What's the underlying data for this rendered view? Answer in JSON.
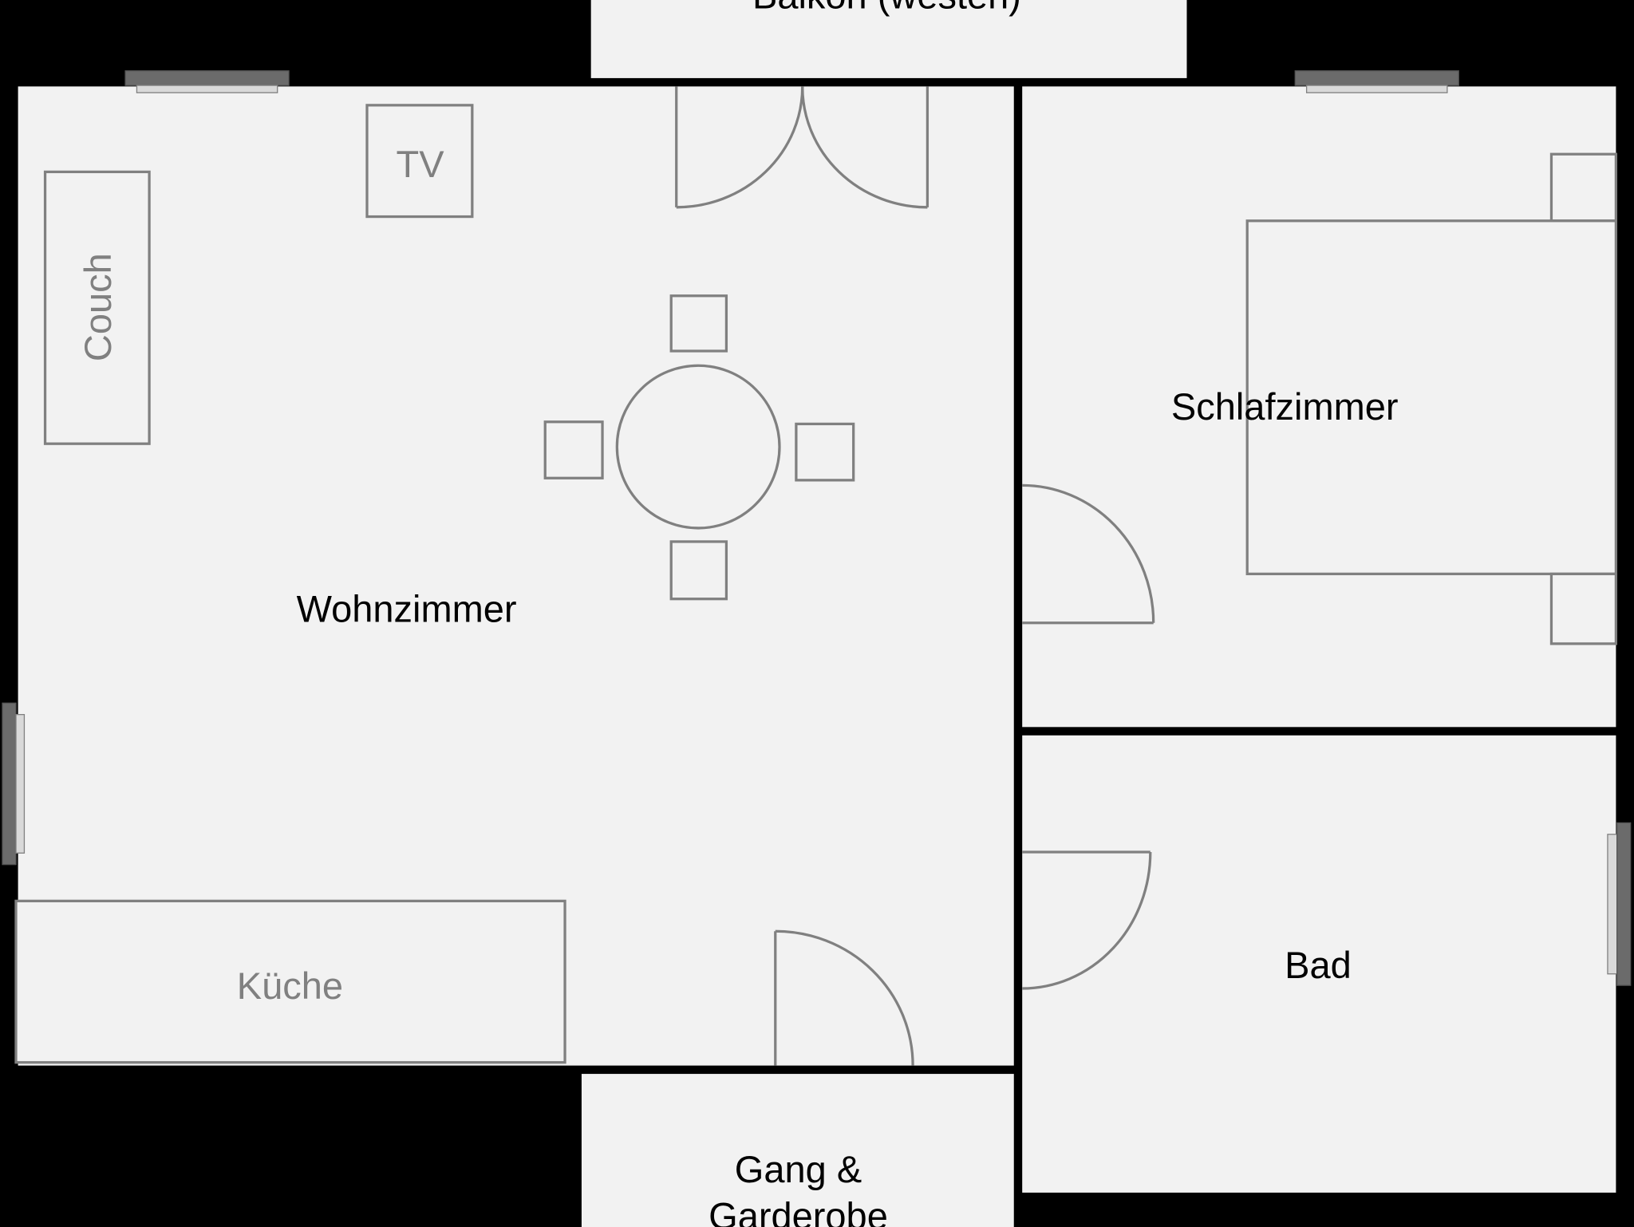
{
  "title": "Wohnungsgrundriss",
  "rooms": {
    "balkon": "Balkon (westen)",
    "wohnzimmer": "Wohnzimmer",
    "schlafzimmer": "Schlafzimmer",
    "bad": "Bad",
    "gang_line1": "Gang &",
    "gang_line2": "Garderobe"
  },
  "furniture": {
    "tv": "TV",
    "couch": "Couch",
    "kueche": "Küche"
  },
  "colors": {
    "background": "#000000",
    "room_fill": "#f2f2f2",
    "furniture_stroke": "#808080"
  }
}
